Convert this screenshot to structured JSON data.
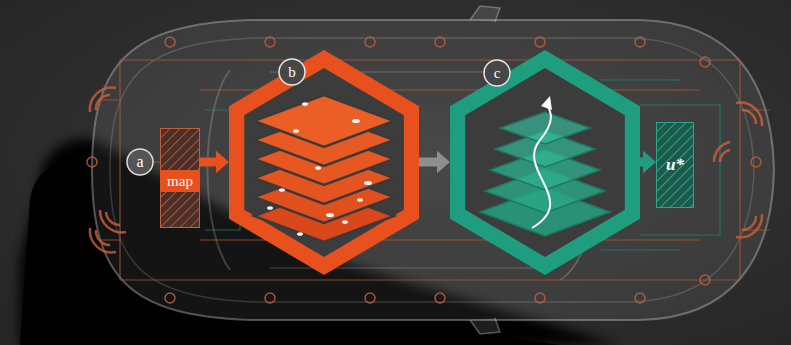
{
  "diagram": {
    "nodes": [
      {
        "text": [
          "a"
        ]
      },
      {
        "text": [
          "map"
        ]
      },
      {
        "text": [
          "b"
        ]
      },
      {
        "text": [
          "c"
        ]
      },
      {
        "text": [
          "u*"
        ]
      }
    ],
    "edges": [
      {
        "from": 1,
        "to": 2,
        "arrow": "to"
      },
      {
        "from": 2,
        "to": 3,
        "arrow": "to"
      },
      {
        "from": 3,
        "to": 4,
        "arrow": "to"
      }
    ]
  }
}
